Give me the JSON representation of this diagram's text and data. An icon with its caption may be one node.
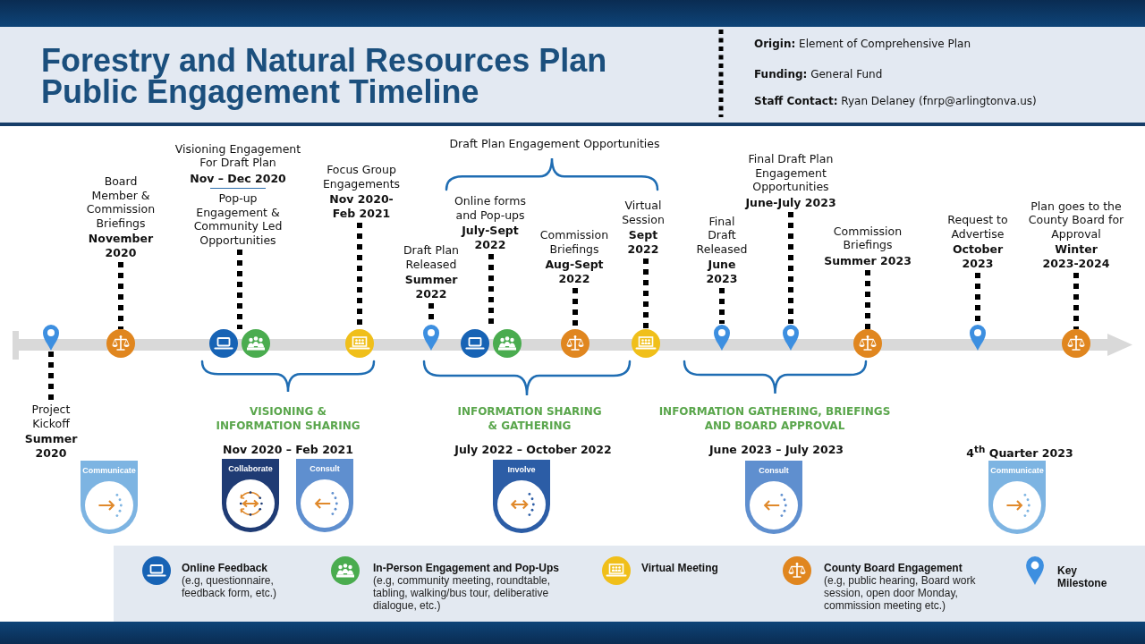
{
  "diagram": {
    "title": "Forestry and Natural Resources Plan Public Engagement Timeline",
    "nodes": [
      {
        "text": [
          "Board Member & Commission Briefings",
          "November 2020"
        ]
      },
      {
        "text": [
          "Visioning Engagement For Draft Plan",
          "Nov – Dec 2020",
          "Pop-up Engagement & Community Led Opportunities"
        ]
      },
      {
        "text": [
          "Focus Group Engagements",
          "Nov 2020-Feb 2021"
        ]
      },
      {
        "text": [
          "Draft Plan Released",
          "Summer 2022"
        ]
      },
      {
        "text": [
          "Online forms and Pop-ups",
          "July-Sept 2022"
        ]
      },
      {
        "text": [
          "Commission Briefings",
          "Aug-Sept 2022"
        ]
      },
      {
        "text": [
          "Virtual Session",
          "Sept 2022"
        ]
      },
      {
        "text": [
          "Final Draft Released",
          "June 2023"
        ]
      },
      {
        "text": [
          "Final Draft Plan Engagement Opportunities",
          "June-July 2023"
        ]
      },
      {
        "text": [
          "Commission Briefings",
          "Summer 2023"
        ]
      },
      {
        "text": [
          "Request to Advertise",
          "October 2023"
        ]
      },
      {
        "text": [
          "Plan goes to the County Board for Approval",
          "Winter 2023-2024"
        ]
      },
      {
        "text": [],
        "shape": "pin"
      },
      {
        "text": [],
        "shape": "circle"
      },
      {
        "text": [],
        "shape": "circle"
      },
      {
        "text": [],
        "shape": "circle"
      },
      {
        "text": [],
        "shape": "circle"
      },
      {
        "text": [],
        "shape": "pin"
      },
      {
        "text": [],
        "shape": "circle"
      },
      {
        "text": [],
        "shape": "circle"
      },
      {
        "text": [],
        "shape": "circle"
      },
      {
        "text": [],
        "shape": "circle"
      },
      {
        "text": [],
        "shape": "pin"
      },
      {
        "text": [],
        "shape": "pin"
      },
      {
        "text": [],
        "shape": "circle"
      },
      {
        "text": [],
        "shape": "pin"
      },
      {
        "text": [],
        "shape": "circle"
      },
      {
        "text": [
          "Project Kickoff",
          "Summer 2020"
        ]
      },
      {
        "text": [
          "Communicate"
        ]
      },
      {
        "text": [
          "Collaborate"
        ]
      },
      {
        "text": [
          "Consult"
        ]
      },
      {
        "text": [
          "Involve"
        ]
      },
      {
        "text": [
          "Consult"
        ]
      },
      {
        "text": [
          "Communicate"
        ]
      }
    ],
    "edges": [
      {
        "from": 27,
        "to": 12,
        "arrow": "none",
        "style": "dashed"
      },
      {
        "from": 0,
        "to": 13,
        "arrow": "none",
        "style": "dashed"
      },
      {
        "from": 1,
        "to": 14,
        "arrow": "none",
        "style": "dashed"
      },
      {
        "from": 1,
        "to": 15,
        "arrow": "none",
        "style": "dashed"
      },
      {
        "from": 2,
        "to": 16,
        "arrow": "none",
        "style": "dashed"
      },
      {
        "from": 3,
        "to": 17,
        "arrow": "none",
        "style": "dashed"
      },
      {
        "from": 4,
        "to": 18,
        "arrow": "none",
        "style": "dashed"
      },
      {
        "from": 4,
        "to": 19,
        "arrow": "none",
        "style": "dashed"
      },
      {
        "from": 5,
        "to": 20,
        "arrow": "none",
        "style": "dashed"
      },
      {
        "from": 6,
        "to": 21,
        "arrow": "none",
        "style": "dashed"
      },
      {
        "from": 7,
        "to": 22,
        "arrow": "none",
        "style": "dashed"
      },
      {
        "from": 8,
        "to": 23,
        "arrow": "none",
        "style": "dashed"
      },
      {
        "from": 9,
        "to": 24,
        "arrow": "none",
        "style": "dashed"
      },
      {
        "from": 10,
        "to": 25,
        "arrow": "none",
        "style": "dashed"
      },
      {
        "from": 11,
        "to": 26,
        "arrow": "none",
        "style": "dashed"
      }
    ],
    "labels": [
      "**Origin:** Element of Comprehensive Plan",
      "**Funding:** General Fund",
      "**Staff Contact:** Ryan Delaney (fnrp@arlingtonva.us)",
      "Draft Plan Engagement Opportunities",
      "VISIONING & INFORMATION SHARING",
      "INFORMATION SHARING & GATHERING",
      "INFORMATION GATHERING, BRIEFINGS AND BOARD APPROVAL",
      "Nov 2020 – Feb 2021",
      "July 2022 – October 2022",
      "June 2023 – July 2023",
      "4$^{th}$ Quarter 2023"
    ],
    "legend": [
      {
        "text": "**Online Feedback** (e.g, questionnaire, feedback form, etc.)"
      },
      {
        "text": "**In-Person Engagement and Pop-Ups** (e.g, community meeting, roundtable, tabling, walking/bus tour, deliberative dialogue, etc.)"
      },
      {
        "text": "Virtual Meeting"
      },
      {
        "text": "**County Board Engagement** (e.g, public hearing, Board work session, open door Monday, commission meeting etc.)"
      },
      {
        "text": "Key Milestone"
      }
    ]
  }
}
